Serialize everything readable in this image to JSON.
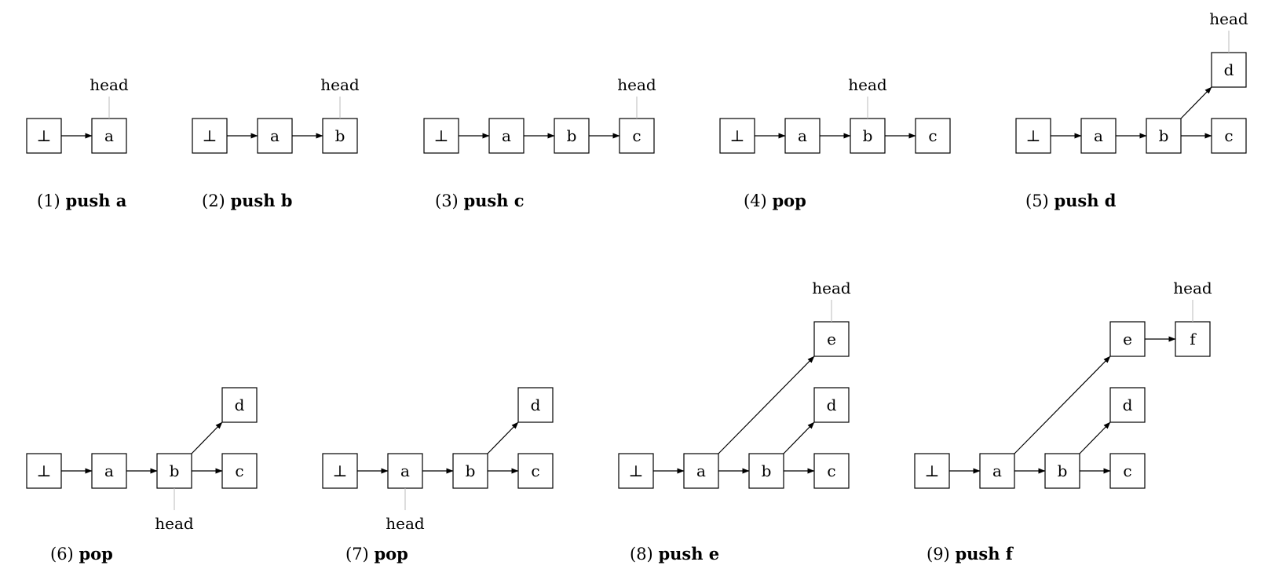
{
  "head_label": "head",
  "steps": [
    {
      "number": "(1)",
      "operation": "push a",
      "nodes": [
        {
          "id": "n1",
          "label": "⊥"
        },
        {
          "id": "a",
          "label": "a"
        }
      ],
      "edges": [
        [
          "n1",
          "a"
        ]
      ],
      "head": "a"
    },
    {
      "number": "(2)",
      "operation": "push b",
      "nodes": [
        {
          "id": "n1",
          "label": "⊥"
        },
        {
          "id": "a",
          "label": "a"
        },
        {
          "id": "b",
          "label": "b"
        }
      ],
      "edges": [
        [
          "n1",
          "a"
        ],
        [
          "a",
          "b"
        ]
      ],
      "head": "b"
    },
    {
      "number": "(3)",
      "operation": "push c",
      "nodes": [
        {
          "id": "n1",
          "label": "⊥"
        },
        {
          "id": "a",
          "label": "a"
        },
        {
          "id": "b",
          "label": "b"
        },
        {
          "id": "c",
          "label": "c"
        }
      ],
      "edges": [
        [
          "n1",
          "a"
        ],
        [
          "a",
          "b"
        ],
        [
          "b",
          "c"
        ]
      ],
      "head": "c"
    },
    {
      "number": "(4)",
      "operation": "pop",
      "nodes": [
        {
          "id": "n1",
          "label": "⊥"
        },
        {
          "id": "a",
          "label": "a"
        },
        {
          "id": "b",
          "label": "b"
        },
        {
          "id": "c",
          "label": "c"
        }
      ],
      "edges": [
        [
          "n1",
          "a"
        ],
        [
          "a",
          "b"
        ],
        [
          "b",
          "c"
        ]
      ],
      "head": "b"
    },
    {
      "number": "(5)",
      "operation": "push d",
      "nodes": [
        {
          "id": "n1",
          "label": "⊥"
        },
        {
          "id": "a",
          "label": "a"
        },
        {
          "id": "b",
          "label": "b"
        },
        {
          "id": "c",
          "label": "c"
        },
        {
          "id": "d",
          "label": "d"
        }
      ],
      "edges": [
        [
          "n1",
          "a"
        ],
        [
          "a",
          "b"
        ],
        [
          "b",
          "c"
        ],
        [
          "b",
          "d"
        ]
      ],
      "head": "d"
    },
    {
      "number": "(6)",
      "operation": "pop",
      "nodes": [
        {
          "id": "n1",
          "label": "⊥"
        },
        {
          "id": "a",
          "label": "a"
        },
        {
          "id": "b",
          "label": "b"
        },
        {
          "id": "c",
          "label": "c"
        },
        {
          "id": "d",
          "label": "d"
        }
      ],
      "edges": [
        [
          "n1",
          "a"
        ],
        [
          "a",
          "b"
        ],
        [
          "b",
          "c"
        ],
        [
          "b",
          "d"
        ]
      ],
      "head": "b"
    },
    {
      "number": "(7)",
      "operation": "pop",
      "nodes": [
        {
          "id": "n1",
          "label": "⊥"
        },
        {
          "id": "a",
          "label": "a"
        },
        {
          "id": "b",
          "label": "b"
        },
        {
          "id": "c",
          "label": "c"
        },
        {
          "id": "d",
          "label": "d"
        }
      ],
      "edges": [
        [
          "n1",
          "a"
        ],
        [
          "a",
          "b"
        ],
        [
          "b",
          "c"
        ],
        [
          "b",
          "d"
        ]
      ],
      "head": "a"
    },
    {
      "number": "(8)",
      "operation": "push e",
      "nodes": [
        {
          "id": "n1",
          "label": "⊥"
        },
        {
          "id": "a",
          "label": "a"
        },
        {
          "id": "b",
          "label": "b"
        },
        {
          "id": "c",
          "label": "c"
        },
        {
          "id": "d",
          "label": "d"
        },
        {
          "id": "e",
          "label": "e"
        }
      ],
      "edges": [
        [
          "n1",
          "a"
        ],
        [
          "a",
          "b"
        ],
        [
          "b",
          "c"
        ],
        [
          "b",
          "d"
        ],
        [
          "a",
          "e"
        ]
      ],
      "head": "e"
    },
    {
      "number": "(9)",
      "operation": "push f",
      "nodes": [
        {
          "id": "n1",
          "label": "⊥"
        },
        {
          "id": "a",
          "label": "a"
        },
        {
          "id": "b",
          "label": "b"
        },
        {
          "id": "c",
          "label": "c"
        },
        {
          "id": "d",
          "label": "d"
        },
        {
          "id": "e",
          "label": "e"
        },
        {
          "id": "f",
          "label": "f"
        }
      ],
      "edges": [
        [
          "n1",
          "a"
        ],
        [
          "a",
          "b"
        ],
        [
          "b",
          "c"
        ],
        [
          "b",
          "d"
        ],
        [
          "a",
          "e"
        ],
        [
          "e",
          "f"
        ]
      ],
      "head": "f"
    }
  ]
}
